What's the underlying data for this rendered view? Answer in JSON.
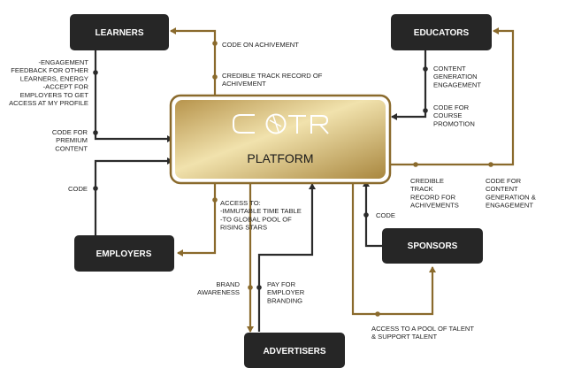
{
  "colors": {
    "node_fill": "#262626",
    "gold_line": "#8a6a2c",
    "dark_line": "#2b2b2b",
    "platform_gold_light": "#efdfa8",
    "platform_gold_dark": "#b89650"
  },
  "nodes": {
    "learners": "LEARNERS",
    "educators": "EDUCATORS",
    "employers": "EMPLOYERS",
    "sponsors": "SPONSORS",
    "advertisers": "ADVERTISERS",
    "platform": "PLATFORM"
  },
  "logo": {
    "text": "COTR"
  },
  "annotations": {
    "code_on_achivement": [
      "CODE ON ACHIVEMENT"
    ],
    "credible_track_record": [
      "CREDIBLE TRACK RECORD OF",
      "ACHIVEMENT"
    ],
    "learner_feedback": [
      "-ENGAGEMENT",
      "FEEDBACK FOR OTHER",
      "LEARNERS, ENERGY",
      "-ACCEPT FOR",
      "EMPLOYERS TO GET",
      "ACCESS AT MY PROFILE"
    ],
    "code_for_premium": [
      "CODE FOR",
      "PREMIUM",
      "CONTENT"
    ],
    "code_employers": [
      "CODE"
    ],
    "content_generation": [
      "CONTENT",
      "GENERATION",
      "ENGAGEMENT"
    ],
    "code_for_course": [
      "CODE FOR",
      "COURSE",
      "PROMOTION"
    ],
    "credible_track_sponsors": [
      "CREDIBLE",
      "TRACK",
      "RECORD FOR",
      "ACHIVEMENTS"
    ],
    "code_for_content": [
      "CODE FOR",
      "CONTENT",
      "GENERATION &",
      "ENGAGEMENT"
    ],
    "access_to": [
      "ACCESS TO:",
      "-IMMUTABLE TIME TABLE",
      "-TO GLOBAL POOL OF",
      "RISING STARS"
    ],
    "code_sponsors": [
      "CODE"
    ],
    "brand_awareness": [
      "BRAND",
      "AWARENESS"
    ],
    "pay_for_employer": [
      "PAY FOR",
      "EMPLOYER",
      "BRANDING"
    ],
    "access_pool_talent": [
      "ACCESS TO A POOL OF TALENT",
      "& SUPPORT TALENT"
    ]
  }
}
